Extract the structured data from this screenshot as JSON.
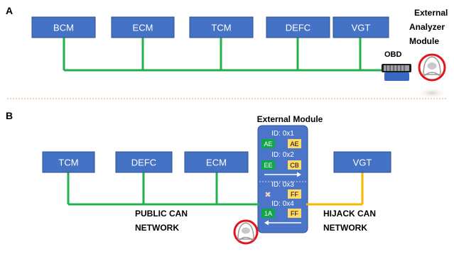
{
  "panel_a": {
    "label": "A",
    "ecus": [
      "BCM",
      "ECM",
      "TCM",
      "DEFC",
      "VGT"
    ],
    "obd_label": "OBD",
    "analyzer_label": [
      "External",
      "Analyzer",
      "Module"
    ]
  },
  "panel_b": {
    "label": "B",
    "ecus_public": [
      "TCM",
      "DEFC",
      "ECM"
    ],
    "ecu_hijack": "VGT",
    "module_title": "External Module",
    "ids": [
      {
        "id": "ID: 0x1",
        "left": "AE",
        "right": "AE"
      },
      {
        "id": "ID: 0x2",
        "left": "EE",
        "right": "CB"
      },
      {
        "id": "ID: 0x3",
        "left": "",
        "right": "FF"
      },
      {
        "id": "ID: 0x4",
        "left": "1A",
        "right": "FF"
      }
    ],
    "blocked_symbol": "✖",
    "public_label": [
      "PUBLIC CAN",
      "NETWORK"
    ],
    "hijack_label": [
      "HIJACK CAN",
      "NETWORK"
    ]
  },
  "colors": {
    "ecu_fill": "#4472c4",
    "public_bus": "#22b14c",
    "hijack_bus": "#f5b800",
    "module_fill": "#4a75c9",
    "green_cell": "#11a64a",
    "yellow_cell": "#ffd966",
    "alert_ring": "#e0161c",
    "divider": "#e8a070"
  }
}
